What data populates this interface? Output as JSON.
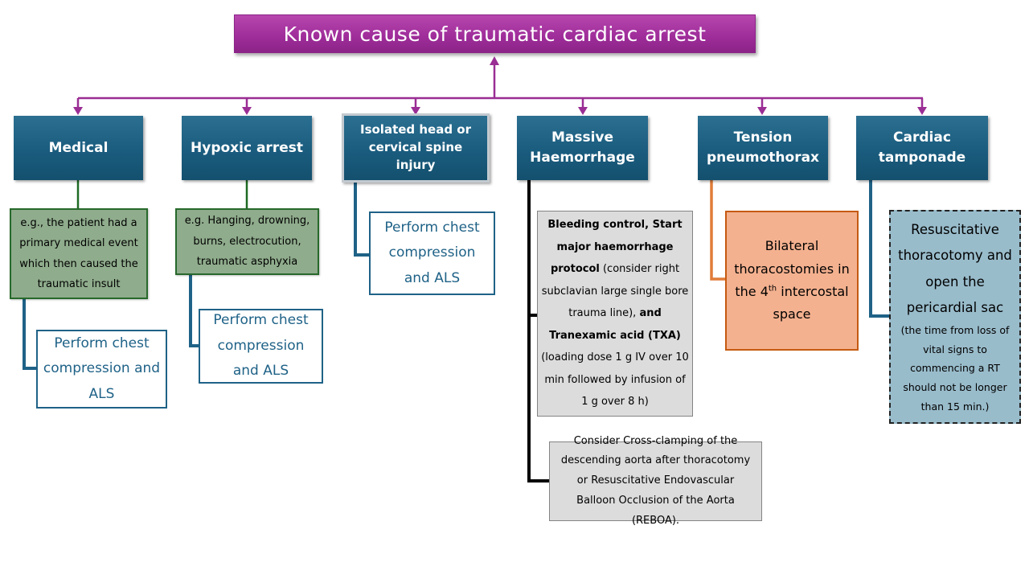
{
  "colors": {
    "title_bg": "#a02e9b",
    "title_border": "#8c2388",
    "header_bg": "#1a5c7e",
    "green_bg": "#8fac8c",
    "green_border": "#27692b",
    "gray_bg": "#dcdcdc",
    "gray_border": "#848484",
    "orange_bg": "#f4b18f",
    "orange_border": "#c55a11",
    "blue_bg": "#99bccb",
    "purple_line": "#9a2e94",
    "green_line": "#1f6b24",
    "teal_line": "#1f6287",
    "orange_line": "#e07c39",
    "black_line": "#000000"
  },
  "title": {
    "label": "Known cause of traumatic cardiac arrest"
  },
  "branches": {
    "medical": {
      "header": "Medical",
      "example": "e.g., the patient had a primary medical event which then caused the traumatic insult",
      "action": "Perform chest compression and ALS"
    },
    "hypoxic": {
      "header": "Hypoxic arrest",
      "example": "e.g. Hanging, drowning, burns, electrocution, traumatic asphyxia",
      "action": "Perform chest compression and ALS"
    },
    "head_injury": {
      "header": "Isolated head or cervical spine injury",
      "action": "Perform chest compression and ALS"
    },
    "haemorrhage": {
      "header": "Massive Haemorrhage",
      "protocol": {
        "bold1": "Bleeding control, Start major haemorrhage protocol",
        "regular1": " (consider right subclavian large single bore trauma line), ",
        "bold2": "and Tranexamic acid (TXA)",
        "regular2": " (loading dose 1 g IV over 10 min followed by infusion of 1 g over 8 h)"
      },
      "consider": "Consider Cross-clamping of the descending aorta after thoracotomy or Resuscitative Endovascular Balloon Occlusion of the Aorta (REBOA)."
    },
    "pneumothorax": {
      "header": "Tension pneumothorax",
      "action_pre": "Bilateral thoracostomies in the 4",
      "action_sup": "th",
      "action_post": " intercostal space"
    },
    "tamponade": {
      "header": "Cardiac tamponade",
      "action_main": "Resuscitative thoracotomy and open the pericardial sac",
      "action_note": "(the time from loss of vital signs to commencing a RT should not be longer than 15 min.)"
    }
  }
}
